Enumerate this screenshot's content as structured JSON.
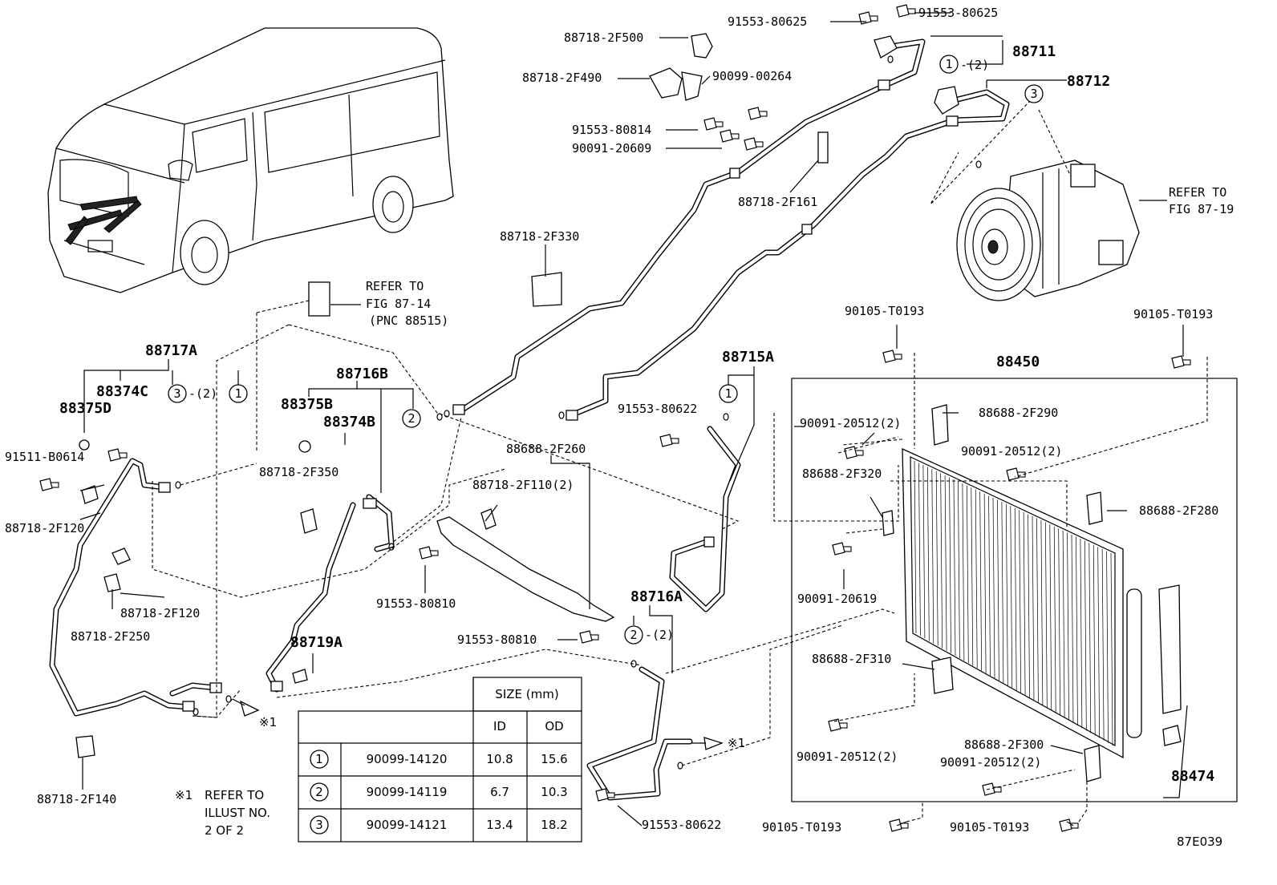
{
  "diagram_code": "87E039",
  "labels": {
    "p91553_80625_a": "91553-80625",
    "p91553_80625_b": "91553-80625",
    "p88718_2F500": "88718-2F500",
    "p88711": "88711",
    "p88712": "88712",
    "ring1_qty2": "-(2)",
    "p88718_2F490": "88718-2F490",
    "p90099_00264": "90099-00264",
    "p91553_80814": "91553-80814",
    "p90091_20609": "90091-20609",
    "p88718_2F161": "88718-2F161",
    "refer_87_19_a": "REFER TO",
    "refer_87_19_b": "FIG 87-19",
    "p88718_2F330": "88718-2F330",
    "refer_87_14_a": "REFER TO",
    "refer_87_14_b": "FIG 87-14",
    "refer_87_14_c": "(PNC 88515)",
    "p88717A": "88717A",
    "p88374C": "88374C",
    "p88375D": "88375D",
    "ring3_qty2": "-(2)",
    "p91511_B0614": "91511-B0614",
    "p88718_2F120_a": "88718-2F120",
    "p88718_2F120_b": "88718-2F120",
    "p88718_2F250": "88718-2F250",
    "p88718_2F140": "88718-2F140",
    "p88716B": "88716B",
    "p88375B": "88375B",
    "p88374B": "88374B",
    "p88718_2F350": "88718-2F350",
    "p91553_80810_a": "91553-80810",
    "p88719A": "88719A",
    "p88688_2F260": "88688-2F260",
    "p88718_2F110": "88718-2F110(2)",
    "p91553_80810_b": "91553-80810",
    "p88716A": "88716A",
    "ring2_qty2": "-(2)",
    "p91553_80622_a": "91553-80622",
    "p91553_80622_b": "91553-80622",
    "p88715A": "88715A",
    "p90105_T0193_a": "90105-T0193",
    "p90105_T0193_b": "90105-T0193",
    "p90105_T0193_c": "90105-T0193",
    "p90105_T0193_d": "90105-T0193",
    "p88450": "88450",
    "p90091_20512_a": "90091-20512(2)",
    "p90091_20512_b": "90091-20512(2)",
    "p90091_20512_c": "90091-20512(2)",
    "p90091_20512_d": "90091-20512(2)",
    "p88688_2F290": "88688-2F290",
    "p88688_2F320": "88688-2F320",
    "p88688_2F280": "88688-2F280",
    "p90091_20619": "90091-20619",
    "p88688_2F310": "88688-2F310",
    "p88688_2F300": "88688-2F300",
    "p88474": "88474",
    "arrow_ref": "※1",
    "footnote_mark": "※1",
    "footnote_l1": "REFER TO",
    "footnote_l2": "ILLUST NO.",
    "footnote_l3": "2 OF 2"
  },
  "callouts": {
    "one": "1",
    "two": "2",
    "three": "3"
  },
  "oring_table": {
    "header_size": "SIZE (mm)",
    "header_id": "ID",
    "header_od": "OD",
    "rows": [
      {
        "key": "1",
        "part": "90099-14120",
        "id": "10.8",
        "od": "15.6"
      },
      {
        "key": "2",
        "part": "90099-14119",
        "id": "6.7",
        "od": "10.3"
      },
      {
        "key": "3",
        "part": "90099-14121",
        "id": "13.4",
        "od": "18.2"
      }
    ]
  }
}
